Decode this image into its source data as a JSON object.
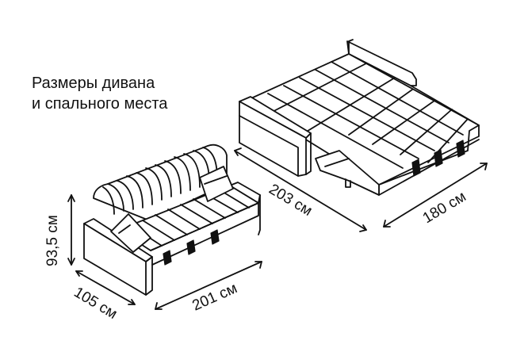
{
  "title": {
    "line1": "Размеры дивана",
    "line2": "и спального места"
  },
  "dimensions": {
    "sofa_height": "93,5 см",
    "sofa_depth": "105 см",
    "sofa_width": "201 см",
    "bed_length": "203 см",
    "bed_width": "180 см"
  }
}
